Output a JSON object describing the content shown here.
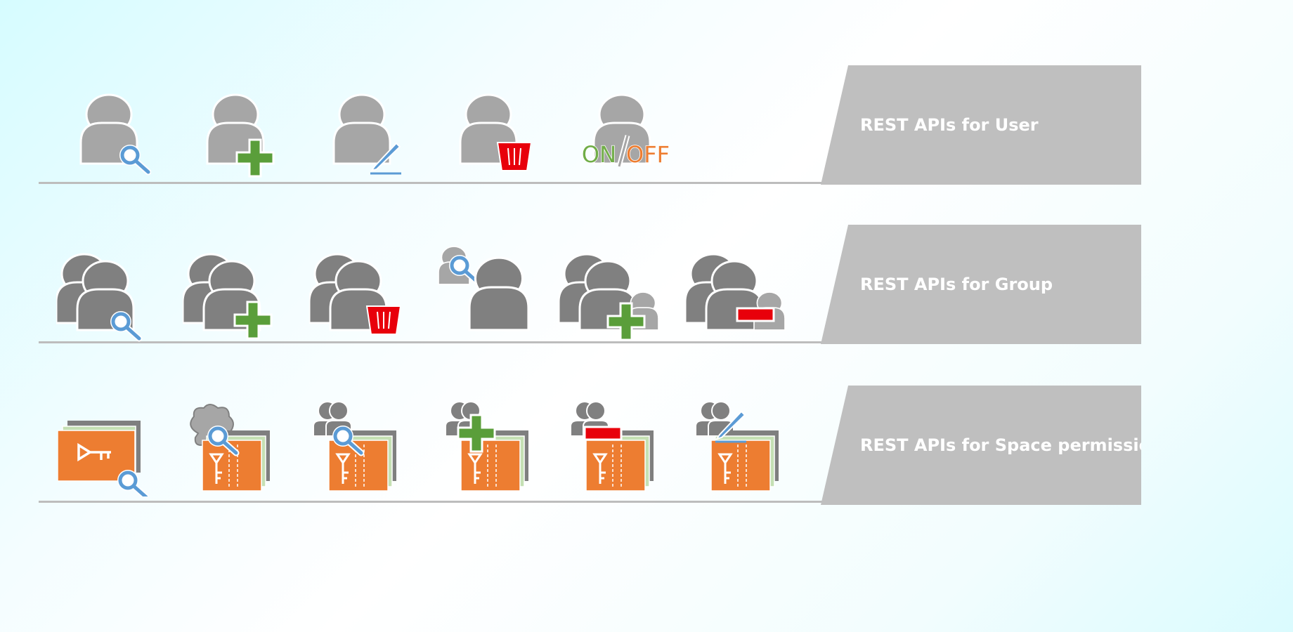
{
  "rows": [
    {
      "label": "REST APIs for User",
      "icons": [
        "user-search-icon",
        "user-add-icon",
        "user-edit-icon",
        "user-delete-icon",
        "user-on-off-icon"
      ]
    },
    {
      "label": "REST APIs for Group",
      "icons": [
        "group-search-icon",
        "group-add-icon",
        "group-delete-icon",
        "group-member-search-icon",
        "group-add-member-icon",
        "group-remove-member-icon"
      ]
    },
    {
      "label": "REST APIs for Space permission",
      "icons": [
        "space-permission-search-icon",
        "anonymous-permission-search-icon",
        "group-permission-search-icon",
        "group-permission-add-icon",
        "group-permission-remove-icon",
        "group-permission-edit-icon"
      ]
    }
  ],
  "toggle": {
    "on": "ON",
    "off": "OFF"
  },
  "colors": {
    "person": "#a6a6a6",
    "group_person": "#808080",
    "banner": "#bfbfbf",
    "plus": "#5a9e3a",
    "delete": "#e8000b",
    "search": "#5b9bd5",
    "folder": "#ed7d31",
    "folder_back_green": "#c5e0b4",
    "folder_back_gray": "#7f7f7f",
    "on_text": "#70ad47",
    "off_text": "#ed7d31"
  }
}
